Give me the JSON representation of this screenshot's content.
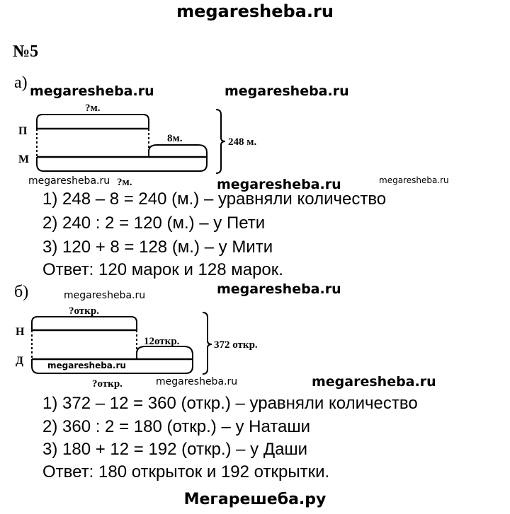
{
  "header": {
    "site": "megaresheba.ru"
  },
  "task": {
    "number": "№5"
  },
  "part_a": {
    "label": "а)",
    "diagram": {
      "row1": "П",
      "row2": "М",
      "top_question": "?м.",
      "bottom_question": "?м.",
      "extra": "8м.",
      "total": "248 м."
    },
    "steps": [
      "1) 248 – 8 = 240 (м.) – уравняли количество",
      "2) 240 : 2 = 120 (м.) – у Пети",
      "3) 120 + 8 = 128 (м.) – у Мити",
      "Ответ: 120 марок и 128 марок."
    ]
  },
  "part_b": {
    "label": "б)",
    "diagram": {
      "row1": "Н",
      "row2": "Д",
      "top_question": "?откр.",
      "bottom_question": "?откр.",
      "extra": "12откр.",
      "total": "372 откр."
    },
    "steps": [
      "1) 372 – 12 = 360 (откр.) – уравняли количество",
      "2) 360 : 2 = 180 (откр.) – у Наташи",
      "3) 180 + 12 = 192 (откр.) – у Даши",
      "Ответ: 180 открыток и 192 открытки."
    ]
  },
  "watermarks": [
    "megaresheba.ru"
  ],
  "footer": {
    "site": "Мегарешеба.ру"
  }
}
